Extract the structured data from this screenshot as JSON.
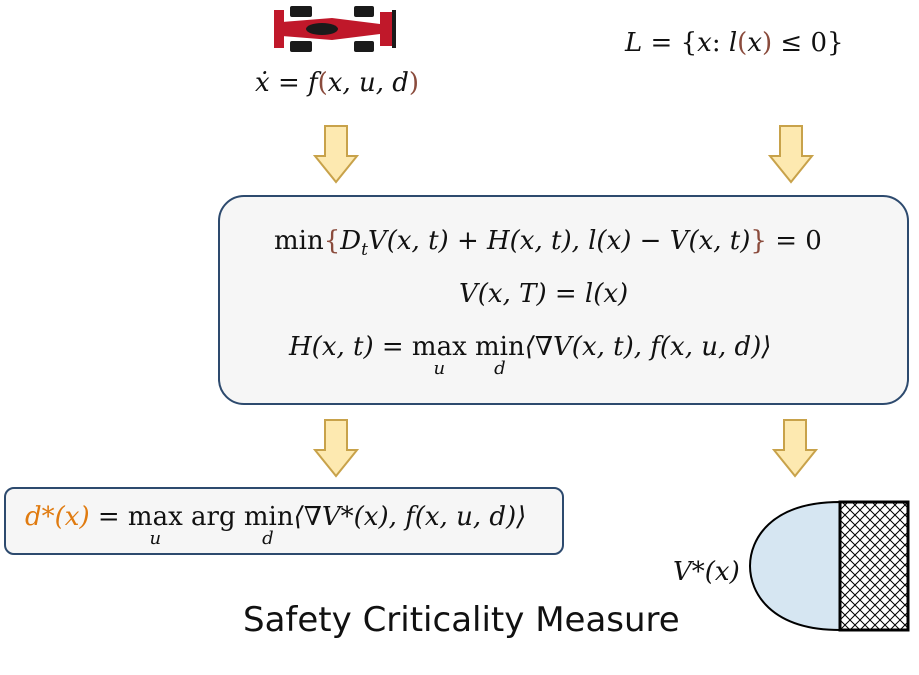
{
  "car_eq": {
    "lhs": "ẋ",
    "eq": "=",
    "f": "f",
    "open": "(",
    "args": "x, u, d",
    "close": ")"
  },
  "set_eq": {
    "lhs": "L",
    "eq": "=",
    "open": "{",
    "x": "x",
    "colon": ":",
    "l": "l",
    "p_open": "(",
    "px": "x",
    "p_close": ")",
    "leq": "≤ 0",
    "close": "}"
  },
  "hjb": {
    "line1": {
      "min": "min",
      "brace_open": "{",
      "body": "D",
      "sub_t": "t",
      "rest": "V(x, t) + H(x, t), l(x) − V(x, t)",
      "brace_close": "}",
      "tail": "= 0"
    },
    "line2": "V(x, T) = l(x)",
    "line3": {
      "lhs": "H(x, t) =",
      "max": "max",
      "max_sub": "u",
      "min": "min",
      "min_sub": "d",
      "body": "⟨∇V(x, t), f(x, u, d)⟩"
    }
  },
  "policy": {
    "lhs": "d*(x)",
    "eq": "=",
    "max": "max",
    "max_sub": "u",
    "argmin": "arg min",
    "min_sub": "d",
    "body": "⟨∇V*(x), f(x, u, d)⟩"
  },
  "value_label": "V*(x)",
  "caption": "Safety Criticality Measure",
  "colors": {
    "box_border": "#2d4a6e",
    "arrow_fill": "#fde9b0",
    "arrow_stroke": "#c8a24a",
    "region_fill": "#d6e6f2",
    "highlight": "#e07b10",
    "car": "#c0182a"
  },
  "icons": [
    "race-car-icon"
  ]
}
